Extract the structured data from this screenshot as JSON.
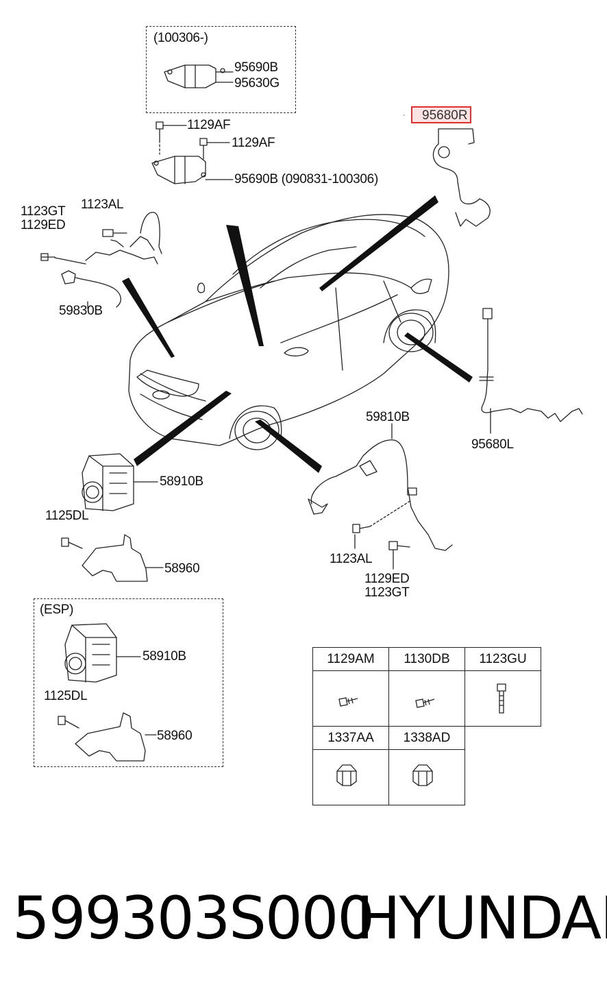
{
  "boxes": {
    "top_note": "(100306-)",
    "esp_note": "(ESP)"
  },
  "labels": {
    "p95690b_top": "95690B",
    "p95630g": "95630G",
    "p1129af_a": "1129AF",
    "p1129af_b": "1129AF",
    "p95690b_range": "95690B (090831-100306)",
    "p95680r": "95680R",
    "p1123gt_left": "1123GT",
    "p1129ed_left": "1129ED",
    "p1123al_left": "1123AL",
    "p59830b": "59830B",
    "p59810b": "59810B",
    "p95680l": "95680L",
    "p58910b": "58910B",
    "p1125dl": "1125DL",
    "p58960": "58960",
    "p1123al_bottom": "1123AL",
    "p1129ed_bottom": "1129ED",
    "p1123gt_bottom": "1123GT",
    "p58910b_esp": "58910B",
    "p1125dl_esp": "1125DL",
    "p58960_esp": "58960"
  },
  "fastener_table": {
    "row1": [
      "1129AM",
      "1130DB",
      "1123GU"
    ],
    "row2": [
      "1337AA",
      "1338AD"
    ]
  },
  "footer": {
    "part_number": "599303S000",
    "brand": "HYUNDAI"
  },
  "colors": {
    "highlight_border": "#e03030",
    "highlight_fill": "#fbe3e3"
  }
}
